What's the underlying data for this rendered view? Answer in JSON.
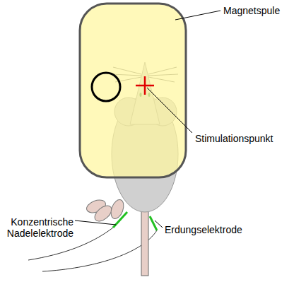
{
  "diagram": {
    "labels": [
      "Magnetspule",
      "Stimulationspunkt",
      "Konzentrische Nadelelektrode",
      "Erdungselektrode"
    ]
  }
}
